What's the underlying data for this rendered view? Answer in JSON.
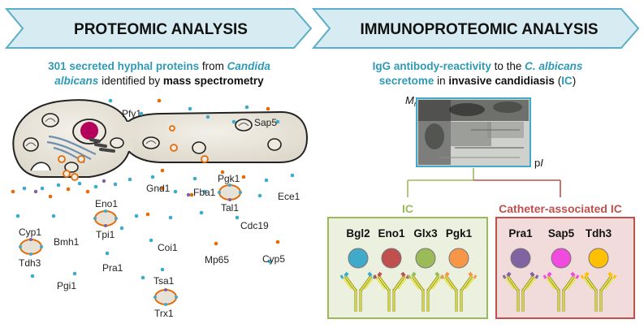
{
  "banners": {
    "left": "PROTEOMIC ANALYSIS",
    "right": "IMMUNOPROTEOMIC ANALYSIS"
  },
  "left_subtitle": {
    "l1_a": "301 secreted hyphal proteins",
    "l1_b": " from ",
    "l1_c": "Candida",
    "l2_a": "albicans",
    "l2_b": " identified by ",
    "l2_c": "mass spectrometry"
  },
  "right_subtitle": {
    "l1_a": "IgG antibody-reactivity",
    "l1_b": " to the ",
    "l1_c": "C. albicans",
    "l2_a": "secretome",
    "l2_b": " in ",
    "l2_c": "invasive candidiasis",
    "l2_d": " (",
    "l2_e": "IC",
    "l2_f": ")"
  },
  "proteins": {
    "pfy1": "Pfy1",
    "sap5": "Sap5",
    "pgk1": "Pgk1",
    "gnd1": "Gnd1",
    "fba1": "Fba1",
    "tal1": "Tal1",
    "ece1": "Ece1",
    "eno1": "Eno1",
    "tpi1": "Tpi1",
    "cdc19": "Cdc19",
    "cyp1": "Cyp1",
    "tdh3": "Tdh3",
    "bmh1": "Bmh1",
    "coi1": "Coi1",
    "mp65": "Mp65",
    "cyp5": "Cyp5",
    "pra1": "Pra1",
    "tsa1": "Tsa1",
    "pgi1": "Pgi1",
    "trx1": "Trx1"
  },
  "gel": {
    "mr": "M",
    "mr_sub": "r",
    "pi_p": "p",
    "pi_i": "I"
  },
  "groups": {
    "ic": {
      "label": "IC",
      "antigens": [
        "Bgl2",
        "Eno1",
        "Glx3",
        "Pgk1"
      ],
      "colors": [
        "#41a9c9",
        "#c0504d",
        "#9bbb59",
        "#f79646"
      ]
    },
    "cath": {
      "label": "Catheter-associated IC",
      "antigens": [
        "Pra1",
        "Sap5",
        "Tdh3"
      ],
      "colors": [
        "#8064a2",
        "#f04bde",
        "#ffc000"
      ]
    }
  },
  "colors": {
    "teal": "#2f9ab5",
    "banner_fill": "#d6ecf2",
    "banner_stroke": "#5aaec6",
    "ic_green": "#9bbb59",
    "cath_red": "#c0504d",
    "orange_ring": "#e36c0a",
    "cell_fill": "#eeeae0",
    "nucleus": "#b5005b"
  }
}
